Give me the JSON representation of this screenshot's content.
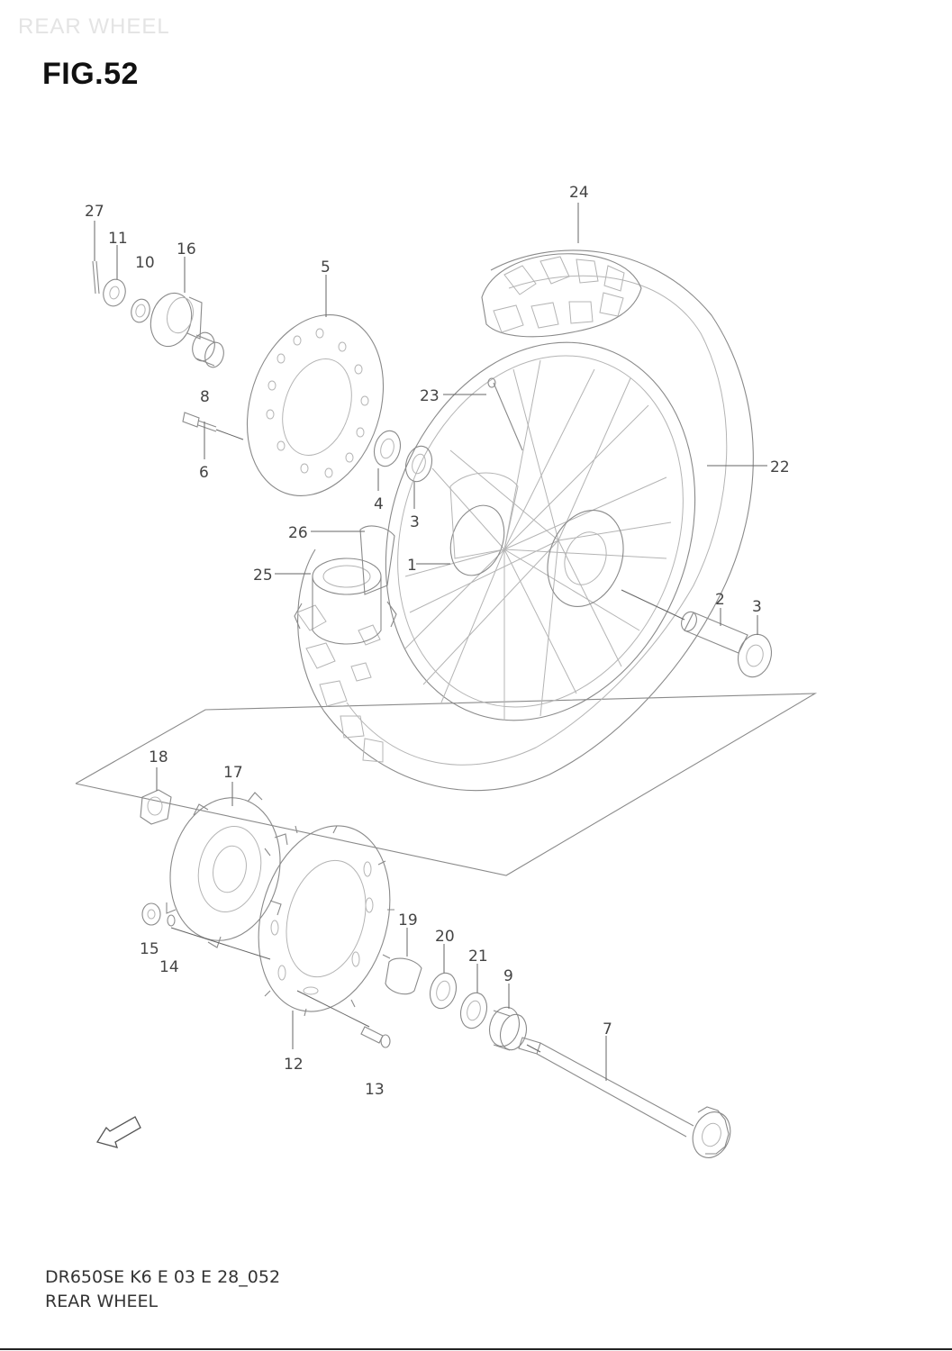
{
  "header": {
    "watermark": "REAR WHEEL",
    "title": "FIG.52"
  },
  "footer": {
    "code": "DR650SE K6 E 03 E 28_052",
    "name": "REAR WHEEL"
  },
  "fwd_arrow_label": "FWD",
  "callouts": [
    "27",
    "11",
    "10",
    "16",
    "5",
    "24",
    "8",
    "6",
    "23",
    "4",
    "3",
    "22",
    "26",
    "1",
    "25",
    "2",
    "3",
    "18",
    "17",
    "19",
    "20",
    "21",
    "9",
    "15",
    "14",
    "12",
    "13",
    "7"
  ]
}
